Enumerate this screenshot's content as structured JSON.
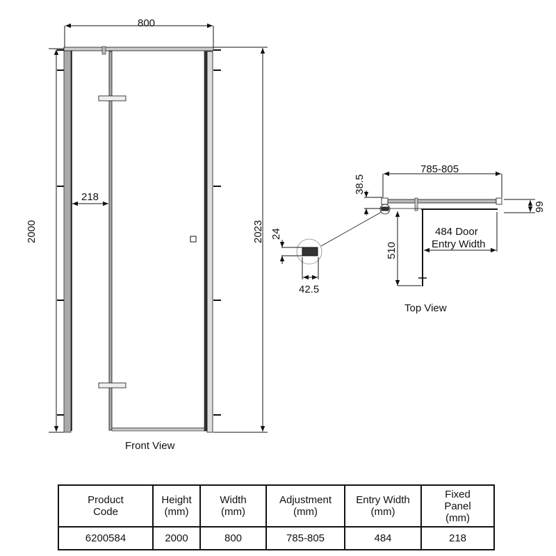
{
  "front_view": {
    "label": "Front View",
    "dim_width": "800",
    "dim_height": "2000",
    "dim_overall_height": "2023",
    "dim_fixed_panel": "218"
  },
  "top_view": {
    "label": "Top View",
    "dim_adjustment": "785-805",
    "dim_38_5": "38.5",
    "dim_99": "99",
    "dim_entry": "484 Door\nEntry Width",
    "dim_entry_line1": "484 Door",
    "dim_entry_line2": "Entry Width",
    "dim_510": "510",
    "dim_24": "24",
    "dim_42_5": "42.5"
  },
  "spec_table": {
    "headers": [
      "Product\nCode",
      "Height\n(mm)",
      "Width\n(mm)",
      "Adjustment\n(mm)",
      "Entry Width\n(mm)",
      "Fixed\nPanel\n(mm)"
    ],
    "row": [
      "6200584",
      "2000",
      "800",
      "785-805",
      "484",
      "218"
    ]
  }
}
